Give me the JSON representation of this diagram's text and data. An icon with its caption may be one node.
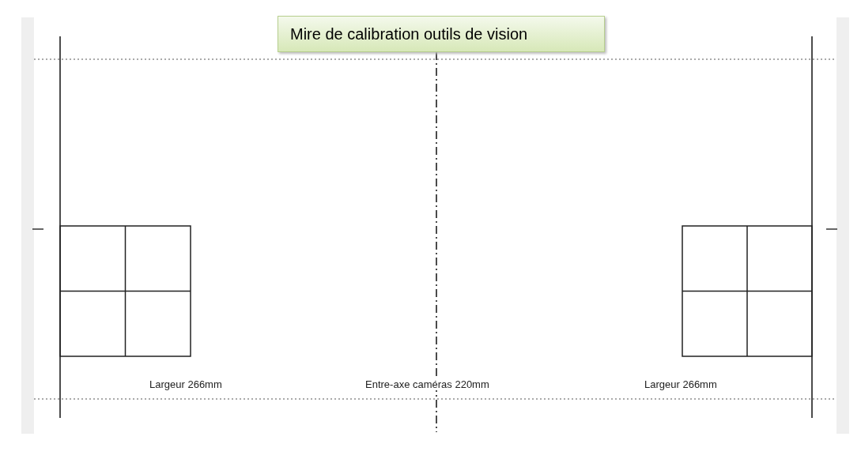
{
  "diagram": {
    "title": "Mire de calibration outils de vision",
    "labels": [
      "Largeur 266mm",
      "Entre-axe caméras 220mm",
      "Largeur 266mm"
    ]
  }
}
